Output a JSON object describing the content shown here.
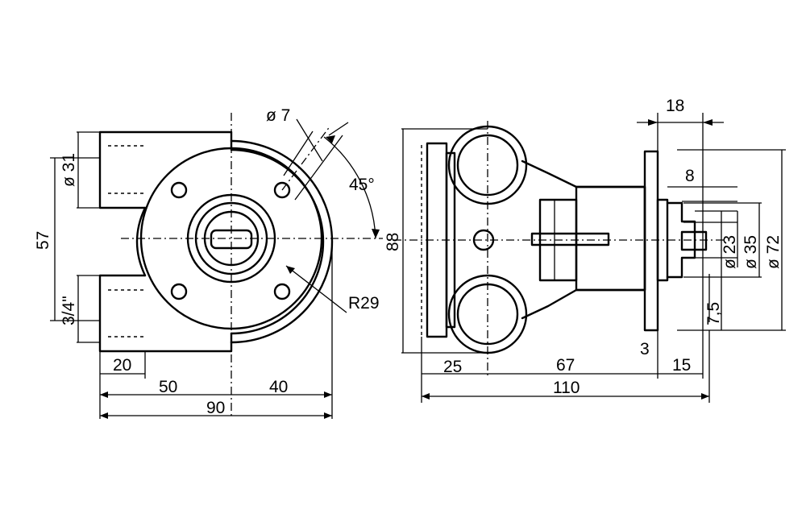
{
  "drawing": {
    "front_view": {
      "height_overall": "57",
      "inlet_diameter": "ø 31",
      "outlet_thread": "3/4\"",
      "hole_diameter": "ø 7",
      "hole_angle": "45°",
      "radius": "R29",
      "port_length": "20",
      "left_width": "50",
      "right_width": "40",
      "total_width": "90"
    },
    "side_view": {
      "height_overall": "88",
      "flange_width": "18",
      "shaft_step": "8",
      "dia_small": "ø 23",
      "dia_mid": "ø 35",
      "dia_large": "ø 72",
      "offset": "7,5",
      "cover_depth": "25",
      "body_length": "67",
      "flange_gap": "3",
      "shaft_length": "15",
      "total_length": "110"
    }
  }
}
